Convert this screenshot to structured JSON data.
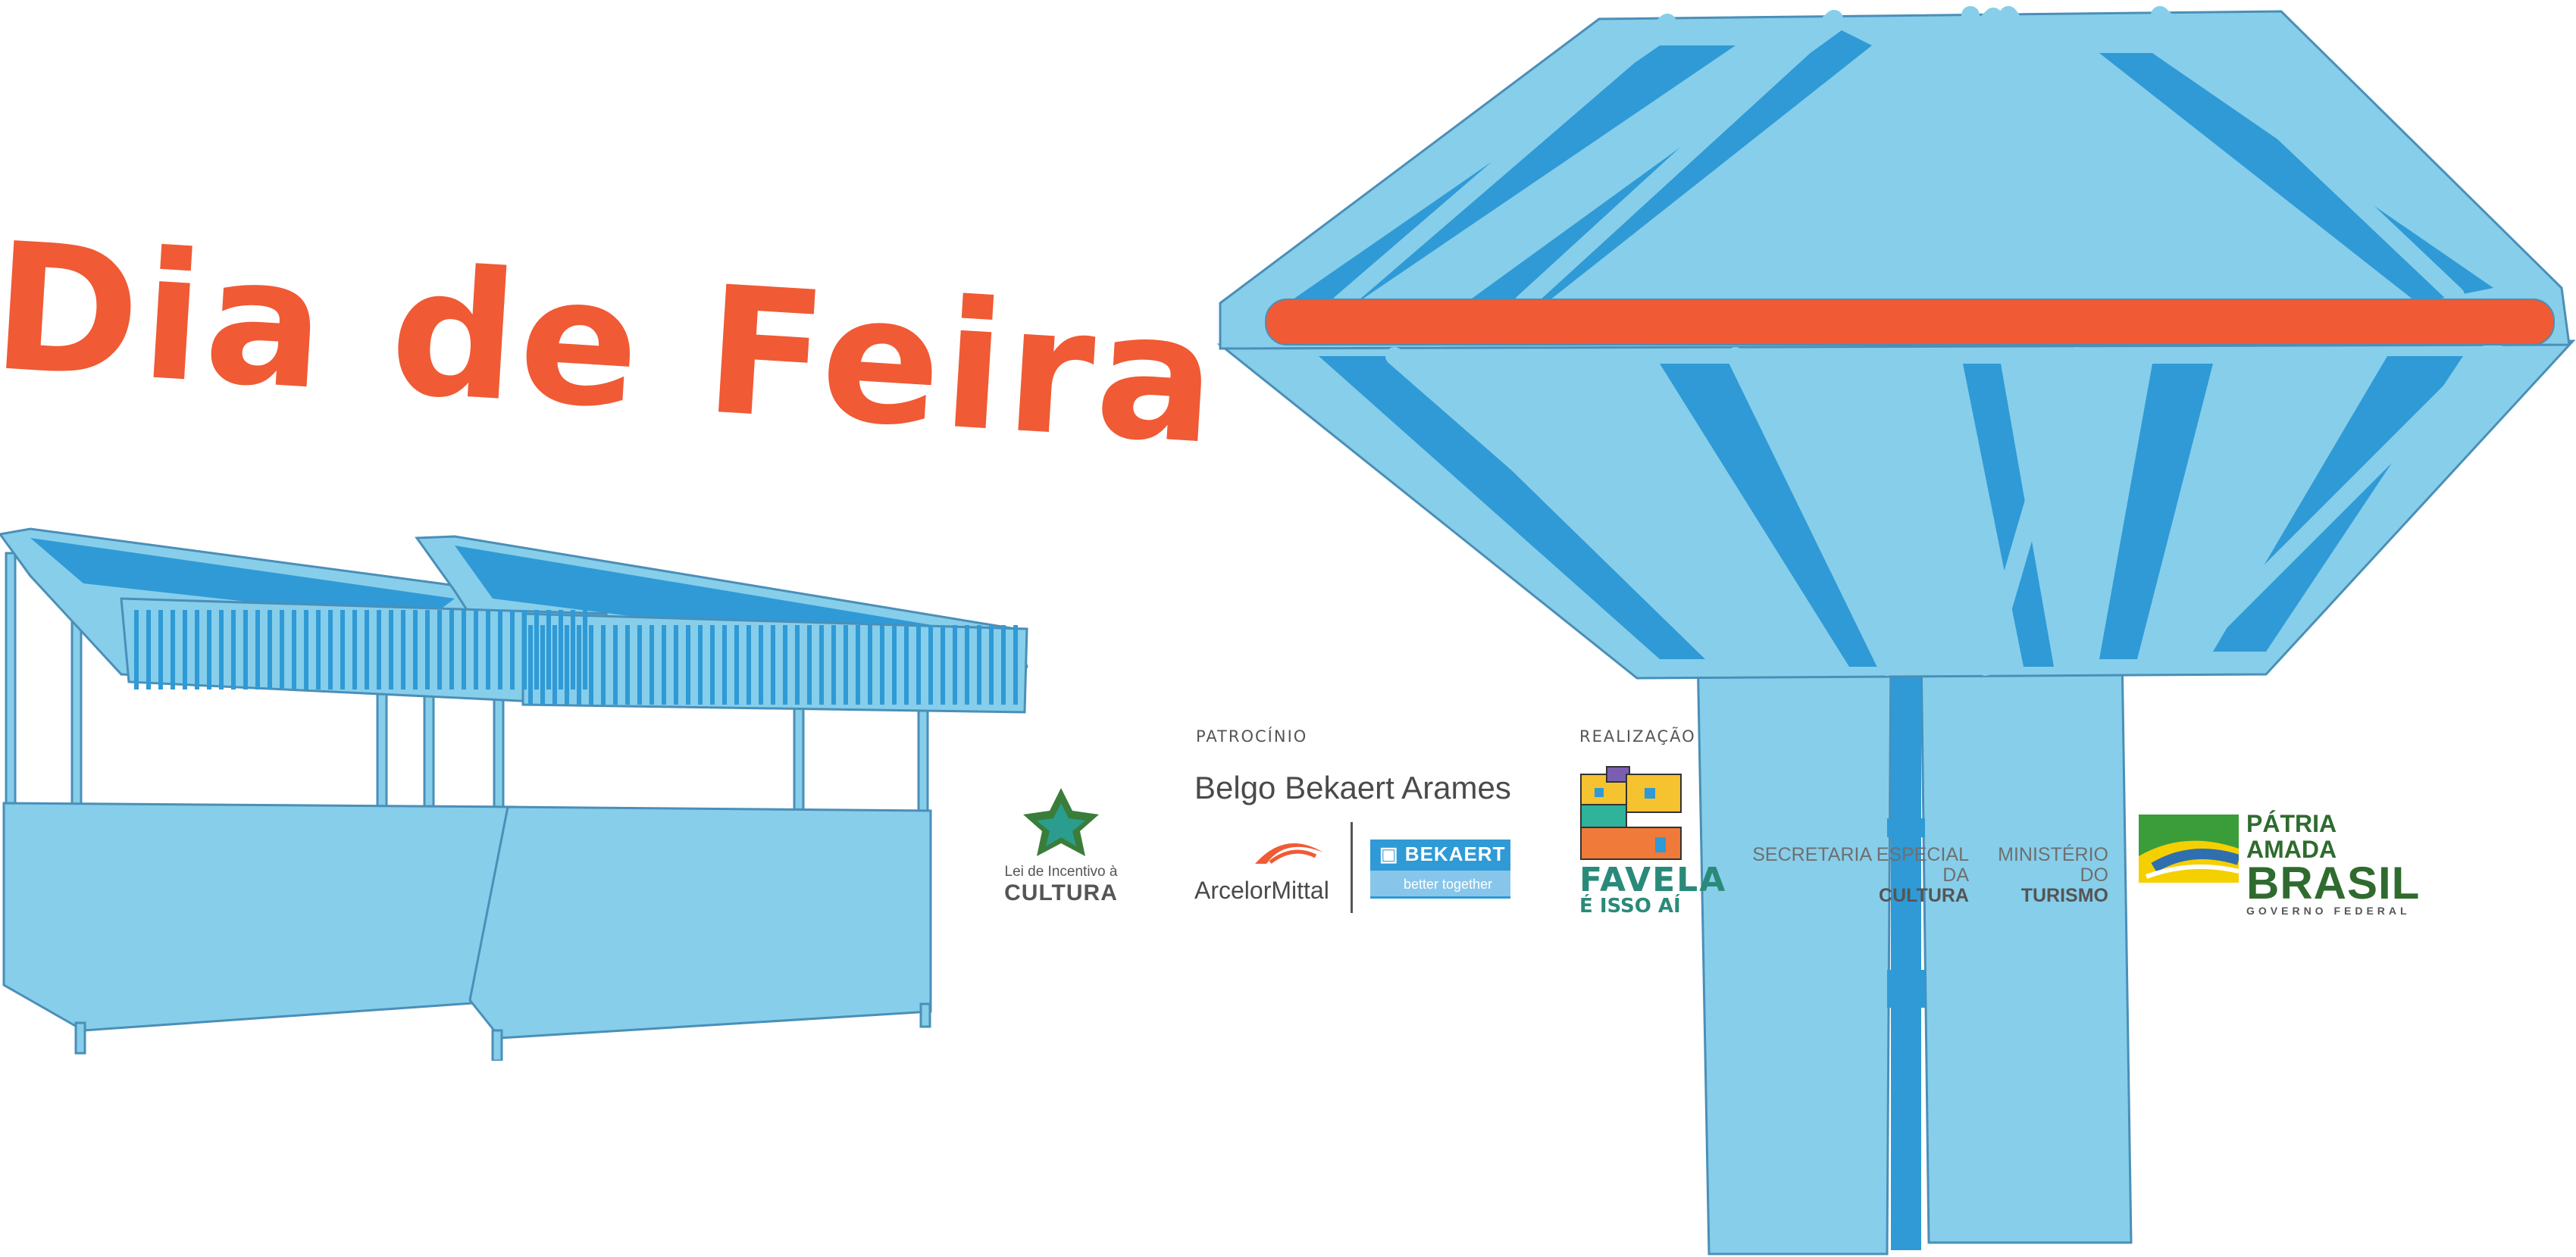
{
  "title": "Dia de Feira",
  "colors": {
    "orange": "#f05a35",
    "light_blue": "#87ceea",
    "mid_blue": "#2f9ad6",
    "dark_blue": "#1c7fc4",
    "outline": "#4a8fb8",
    "green": "#3a7d3a"
  },
  "labels": {
    "sponsorship": "PATROCÍNIO",
    "realization": "REALIZAÇÃO"
  },
  "logos": {
    "lei_incentivo": {
      "line1": "Lei de Incentivo à",
      "line2": "CULTURA",
      "icon": "star-flower-icon"
    },
    "belgo": "Belgo Bekaert Arames",
    "arcelor": "ArcelorMittal",
    "bekaert": {
      "name": "BEKAERT",
      "tagline": "better together"
    },
    "favela": {
      "line1": "FAVELA",
      "line2": "É ISSO AÍ"
    },
    "secretaria": {
      "line1": "SECRETARIA ESPECIAL DA",
      "line2": "CULTURA"
    },
    "ministerio": {
      "line1": "MINISTÉRIO DO",
      "line2": "TURISMO"
    },
    "brasil": {
      "line1": "PÁTRIA AMADA",
      "line2": "BRASIL",
      "line3": "GOVERNO FEDERAL"
    }
  }
}
